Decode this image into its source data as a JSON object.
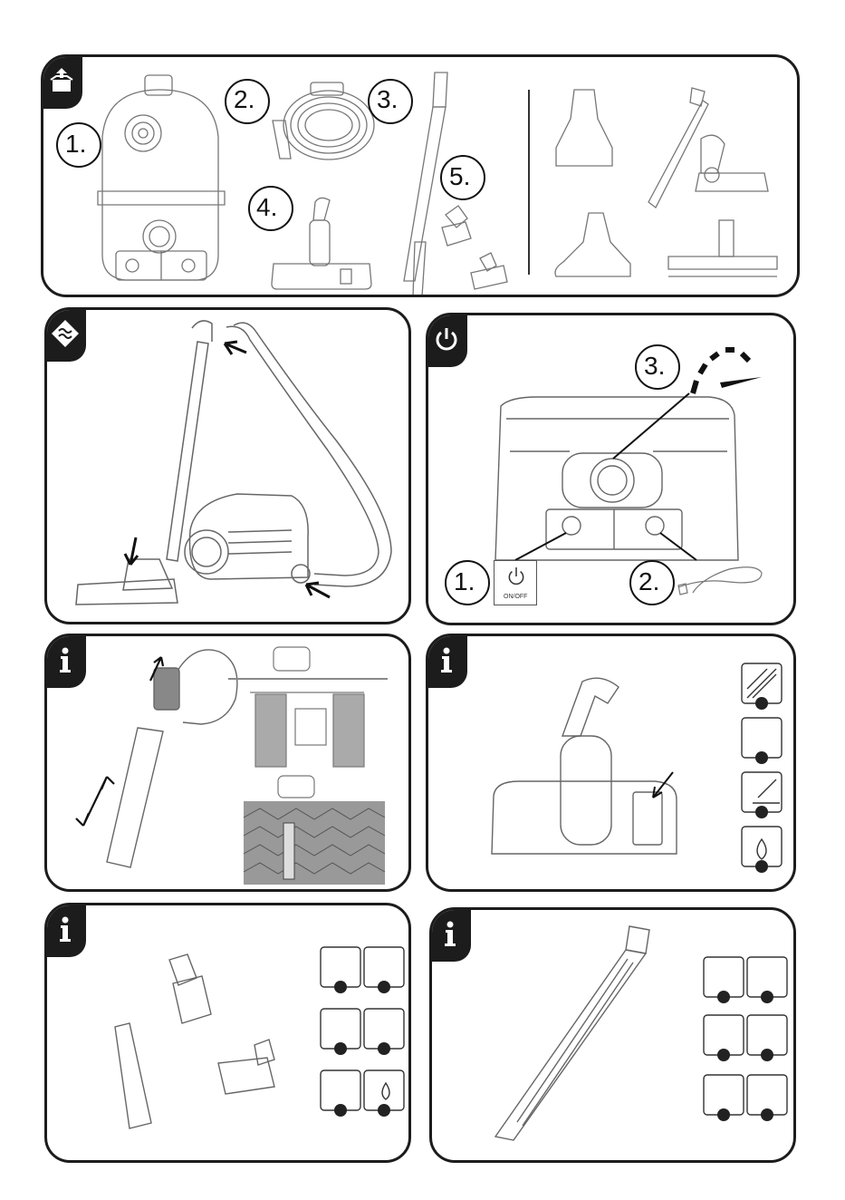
{
  "panel1": {
    "step1": "1.",
    "step2": "2.",
    "step3": "3.",
    "step4": "4.",
    "step5": "5."
  },
  "panel3": {
    "step1": "1.",
    "step2": "2.",
    "step3": "3.",
    "onoff_label": "ON/OFF"
  },
  "icons": {
    "unpack": "unpack-box-icon",
    "assembly": "assembly-icon",
    "power": "power-icon",
    "info": "info-icon"
  },
  "colors": {
    "frame": "#1c1c1c",
    "ok": "#1c1c1c",
    "line": "#555555"
  }
}
